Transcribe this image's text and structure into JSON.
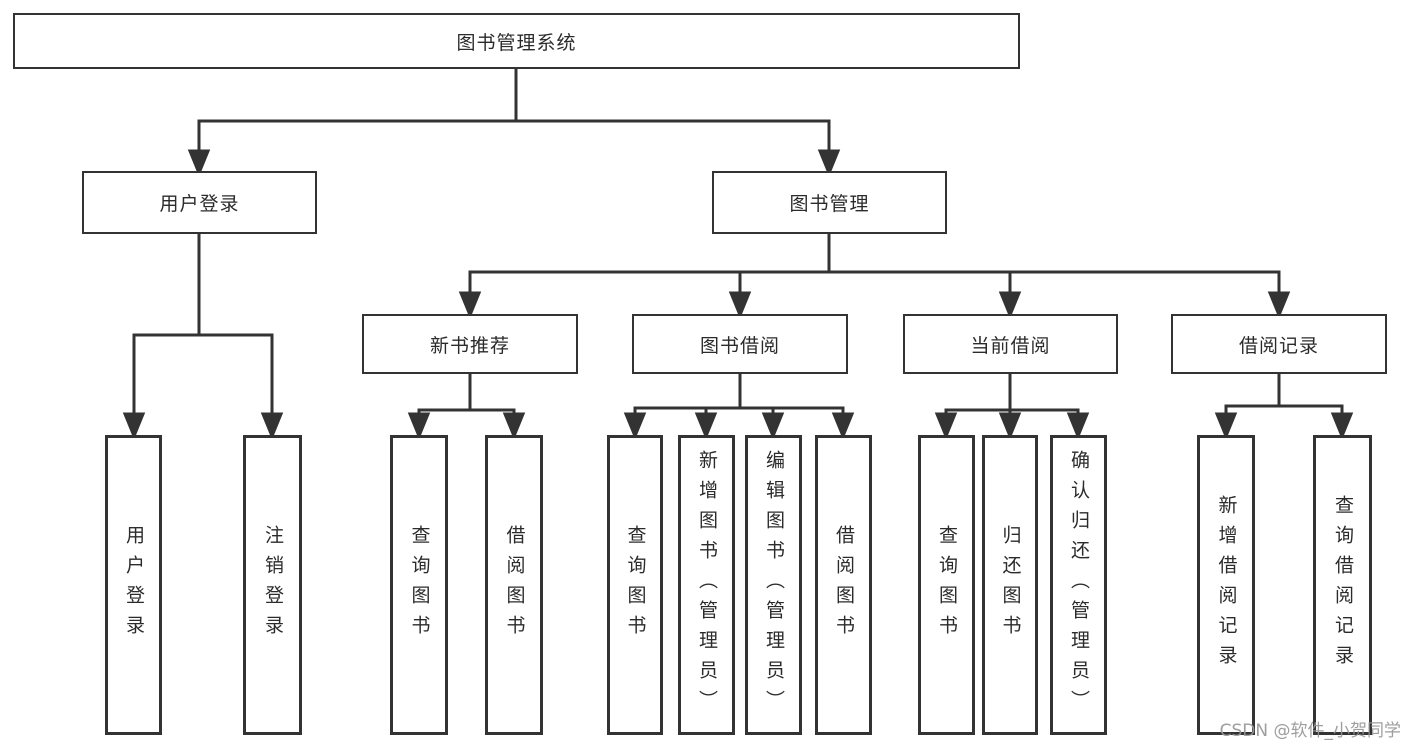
{
  "diagram": {
    "type": "hierarchy",
    "root": {
      "label": "图书管理系统"
    },
    "level2": [
      {
        "label": "用户登录",
        "children": [
          {
            "label": "用户登录"
          },
          {
            "label": "注销登录"
          }
        ]
      },
      {
        "label": "图书管理",
        "children": [
          {
            "label": "新书推荐",
            "children": [
              {
                "label": "查询图书"
              },
              {
                "label": "借阅图书"
              }
            ]
          },
          {
            "label": "图书借阅",
            "children": [
              {
                "label": "查询图书"
              },
              {
                "label": "新增图书（管理员）"
              },
              {
                "label": "编辑图书（管理员）"
              },
              {
                "label": "借阅图书"
              }
            ]
          },
          {
            "label": "当前借阅",
            "children": [
              {
                "label": "查询图书"
              },
              {
                "label": "归还图书"
              },
              {
                "label": "确认归还（管理员）"
              }
            ]
          },
          {
            "label": "借阅记录",
            "children": [
              {
                "label": "新增借阅记录"
              },
              {
                "label": "查询借阅记录"
              }
            ]
          }
        ]
      }
    ],
    "colors": {
      "line": "#333333",
      "text": "#2b2b2b",
      "background": "#ffffff",
      "watermark": "#969696"
    },
    "watermark": {
      "text": "CSDN @软件_小贺同学"
    }
  }
}
